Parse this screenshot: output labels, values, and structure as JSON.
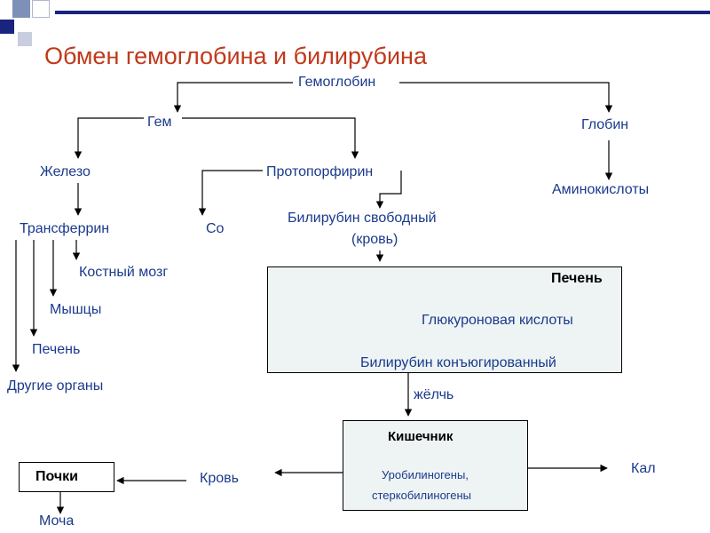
{
  "title": "Обмен гемоглобина и билирубина",
  "colors": {
    "title": "#c0391b",
    "text": "#1a3a8c",
    "bar": "#1a237e",
    "box_fill": "#eef4f4"
  },
  "nodes": {
    "hemoglobin": "Гемоглобин",
    "heme": "Гем",
    "globin": "Глобин",
    "iron": "Железо",
    "protoporphyrin": "Протопорфирин",
    "amino_acids": "Аминокислоты",
    "transferrin": "Трансферрин",
    "co": "Со",
    "bilirubin_free_line1": "Билирубин свободный",
    "bilirubin_free_line2": "(кровь)",
    "bone_marrow": "Костный мозг",
    "muscles": "Мышцы",
    "liver_target": "Печень",
    "other_organs": "Другие органы",
    "liver_box_title": "Печень",
    "glucuronic_acid": "Глюкуроновая кислоты",
    "bilirubin_conjugated": "Билирубин конъюгированный",
    "bile": "жёлчь",
    "intestine_title": "Кишечник",
    "urobilinogens": "Уробилиногены,",
    "stercobilinogens": "стеркобилиногены",
    "feces": "Кал",
    "blood": "Кровь",
    "kidneys": "Почки",
    "urine": "Моча"
  }
}
